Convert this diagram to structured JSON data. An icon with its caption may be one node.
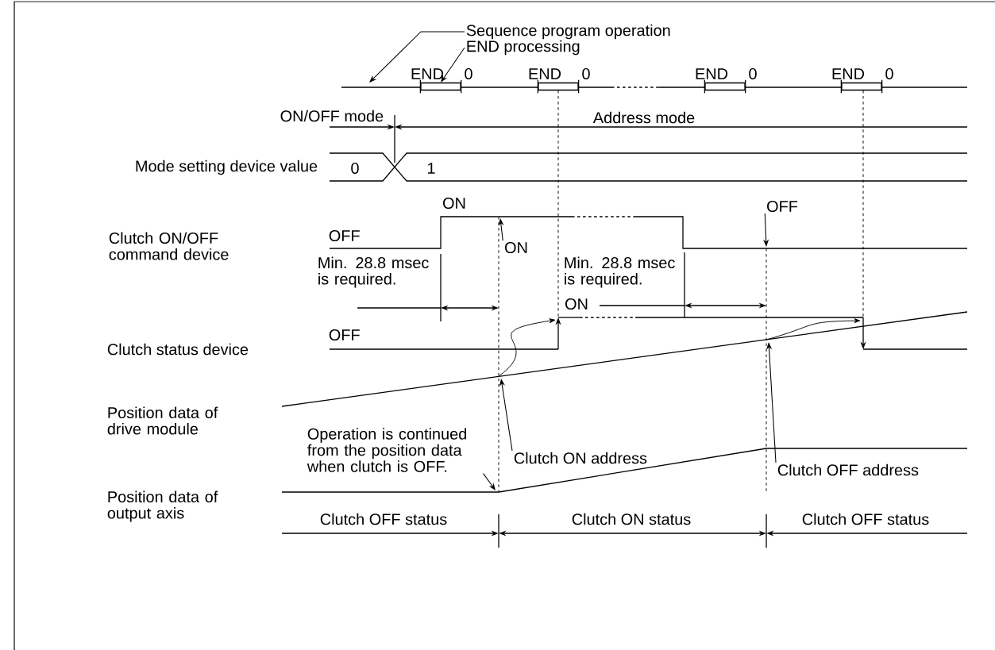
{
  "diagram": {
    "nodes": [
      {
        "text": [
          "Sequence program operation"
        ]
      },
      {
        "text": [
          "END processing"
        ]
      },
      {
        "text": [],
        "shape": "box"
      },
      {
        "text": [],
        "shape": "box"
      },
      {
        "text": [],
        "shape": "box"
      },
      {
        "text": [],
        "shape": "box"
      },
      {
        "text": [
          "ON"
        ]
      },
      {
        "text": [
          "OFF"
        ]
      },
      {
        "text": [
          "Clutch ON address"
        ]
      },
      {
        "text": [
          "Clutch OFF address"
        ]
      },
      {
        "text": [
          "Operation is continued from the position data when clutch is OFF."
        ]
      }
    ],
    "edges": [
      {
        "from": 0,
        "to": null,
        "arrow": "to"
      },
      {
        "from": 1,
        "to": 2,
        "arrow": "to"
      },
      {
        "from": 6,
        "to": null,
        "arrow": "to"
      },
      {
        "from": 7,
        "to": null,
        "arrow": "to"
      },
      {
        "from": 8,
        "to": null,
        "arrow": "to"
      },
      {
        "from": 9,
        "to": null,
        "arrow": "to"
      },
      {
        "from": 10,
        "to": null,
        "arrow": "to"
      }
    ],
    "labels": [
      "END",
      "0",
      "END",
      "0",
      "END",
      "0",
      "END",
      "0",
      "ON/OFF mode",
      "Address mode",
      "Mode setting device value",
      "0",
      "1",
      "ON",
      "Clutch ON/OFF command device",
      "OFF",
      "Min. 28.8 msec is required.",
      "Min. 28.8 msec is required.",
      "ON",
      "Clutch status device",
      "OFF",
      "Position data of drive module",
      "Position data of output axis",
      "Clutch OFF status",
      "Clutch ON status",
      "Clutch OFF status"
    ]
  }
}
